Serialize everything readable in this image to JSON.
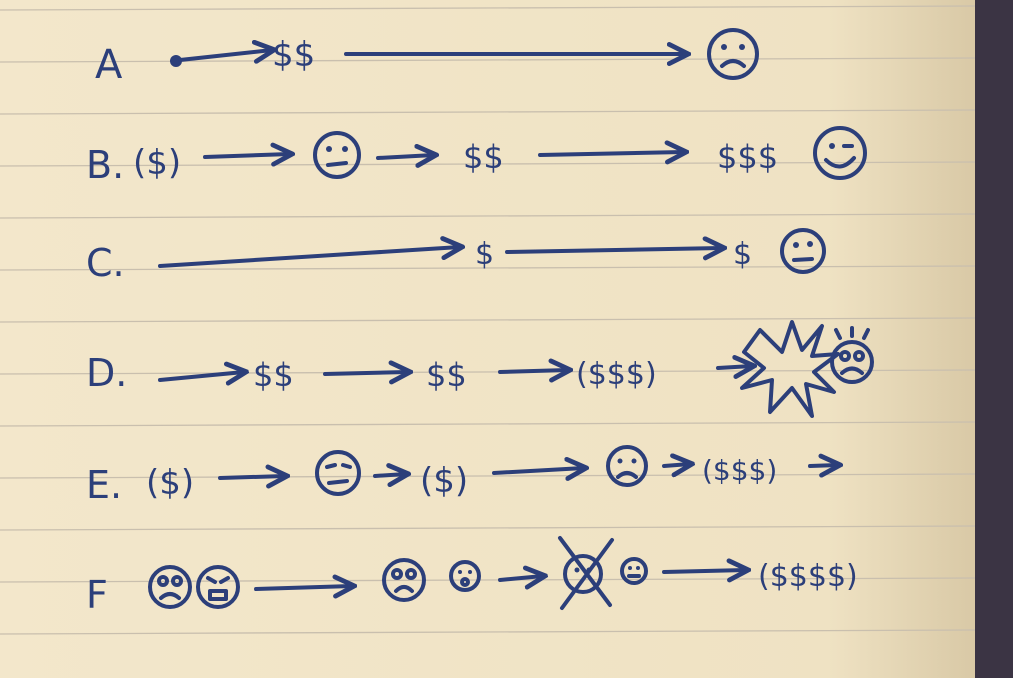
{
  "colors": {
    "paper": "#f2e6c9",
    "ink": "#2c3f7a",
    "rule": "#c9bfae",
    "background": "#3b3444"
  },
  "rows": [
    {
      "label": "A",
      "items": [
        "$$"
      ]
    },
    {
      "label": "B.",
      "items": [
        "($)",
        "$$",
        "$$$"
      ]
    },
    {
      "label": "C.",
      "items": [
        "$",
        "$"
      ]
    },
    {
      "label": "D.",
      "items": [
        "$$",
        "$$",
        "($$$)"
      ]
    },
    {
      "label": "E.",
      "items": [
        "($)",
        "($)",
        "($$$)"
      ]
    },
    {
      "label": "F",
      "items": [
        "($$$$)"
      ]
    }
  ]
}
